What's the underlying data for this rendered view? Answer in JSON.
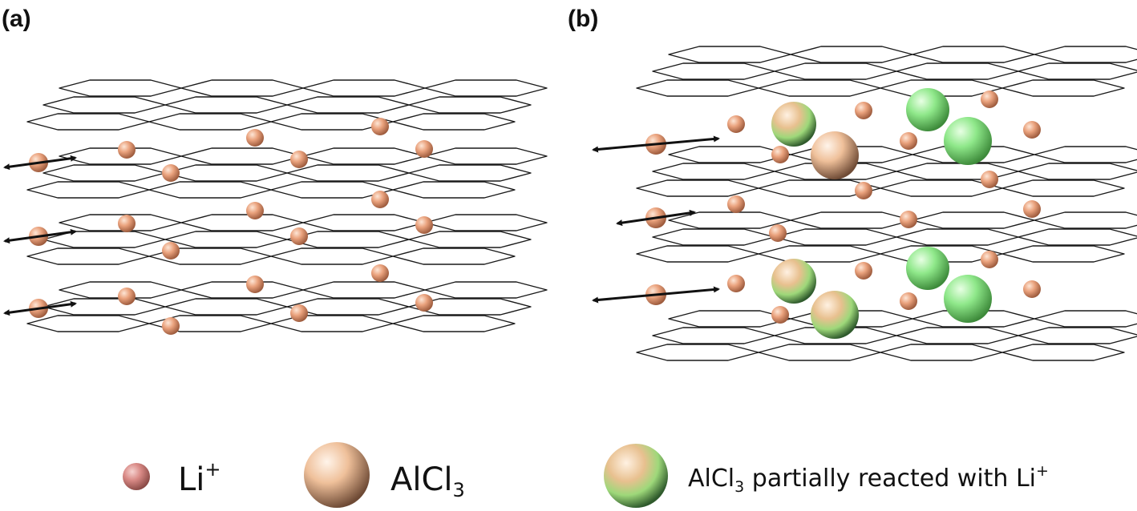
{
  "panels": {
    "a": {
      "label": "(a)"
    },
    "b": {
      "label": "(b)"
    }
  },
  "legend": {
    "li": {
      "text": "Li",
      "sup": "+"
    },
    "alcl3": {
      "text": "AlCl",
      "sub": "3"
    },
    "reacted": {
      "text_a": "AlCl",
      "sub": "3",
      "text_b": " partially reacted with Li",
      "sup": "+"
    }
  },
  "colors": {
    "sheet_stroke": "#1a1a1a",
    "li_sphere": "#e8a07c",
    "alcl3_sphere": "#eebf98",
    "reacted_sphere": "#7fe07a"
  }
}
